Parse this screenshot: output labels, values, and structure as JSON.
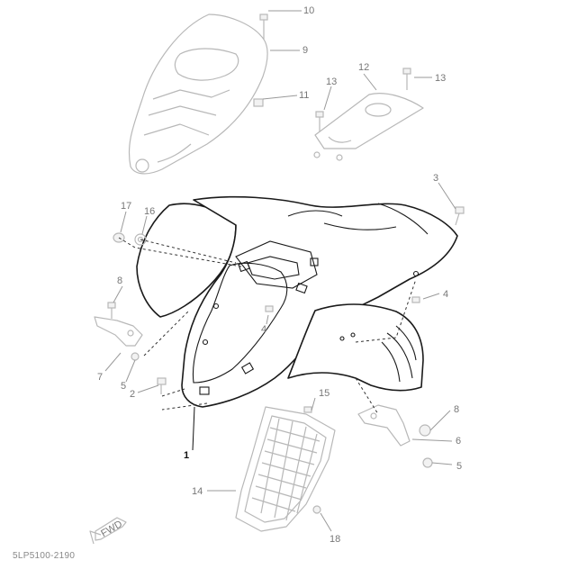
{
  "diagram": {
    "part_code": "5LP5100-2190",
    "direction_badge": "FWD",
    "callouts": [
      {
        "id": "c1",
        "label": "1"
      },
      {
        "id": "c2",
        "label": "2"
      },
      {
        "id": "c3",
        "label": "3"
      },
      {
        "id": "c4a",
        "label": "4"
      },
      {
        "id": "c4b",
        "label": "4"
      },
      {
        "id": "c5a",
        "label": "5"
      },
      {
        "id": "c5b",
        "label": "5"
      },
      {
        "id": "c6",
        "label": "6"
      },
      {
        "id": "c7",
        "label": "7"
      },
      {
        "id": "c8a",
        "label": "8"
      },
      {
        "id": "c8b",
        "label": "8"
      },
      {
        "id": "c9",
        "label": "9"
      },
      {
        "id": "c10",
        "label": "10"
      },
      {
        "id": "c11",
        "label": "11"
      },
      {
        "id": "c12",
        "label": "12"
      },
      {
        "id": "c13a",
        "label": "13"
      },
      {
        "id": "c13b",
        "label": "13"
      },
      {
        "id": "c14",
        "label": "14"
      },
      {
        "id": "c15",
        "label": "15"
      },
      {
        "id": "c16",
        "label": "16"
      },
      {
        "id": "c17",
        "label": "17"
      },
      {
        "id": "c18",
        "label": "18"
      }
    ]
  }
}
